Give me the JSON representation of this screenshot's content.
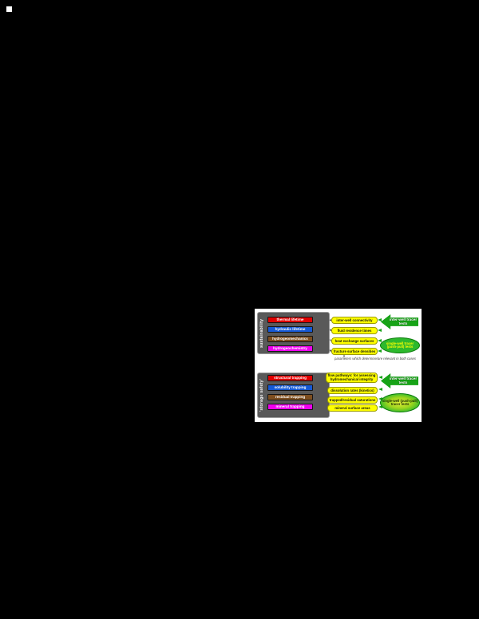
{
  "page": {
    "background": "#000000",
    "panel_background": "#ffffff"
  },
  "colors": {
    "red": "#e10000",
    "blue": "#1559d6",
    "brown": "#7d4e1f",
    "magenta": "#ef00ef",
    "yellow": "#ffff00",
    "green": "#17a317",
    "group_gray": "#595959"
  },
  "figure": {
    "sustainability": {
      "side_label": "sustainability",
      "drivers": {
        "thermal": "thermal lifetime",
        "hydraulic": "hydraulic lifetime",
        "mech": "hydrogeomechanics",
        "chem": "hydrogeochemistry"
      },
      "parameters": {
        "p1": "inter-well connectivity",
        "p2": "fluid residence times",
        "p3": "heat exchange surfaces",
        "p4": "fracture surface densities"
      },
      "methods": {
        "interwell": "inter-well tracer tests",
        "singlewell": "single-well tracer (push-pull) tests"
      }
    },
    "note": "parameters which determine/are relevant in both cases",
    "storage": {
      "side_label": "'storage safety'",
      "drivers": {
        "structural": "structural trapping",
        "solubility": "solubility trapping",
        "residual": "residual trapping",
        "mineral": "mineral trapping"
      },
      "parameters": {
        "p1": "flow pathways: for assessing hydromechanical integrity",
        "p2": "dissolution rates (kinetics)",
        "p3": "trapped/residual saturations",
        "p4": "mineral surface areas"
      },
      "methods": {
        "interwell": "inter-well tracer tests",
        "singlewell": "single-well (push-pull) tracer tests"
      }
    }
  }
}
